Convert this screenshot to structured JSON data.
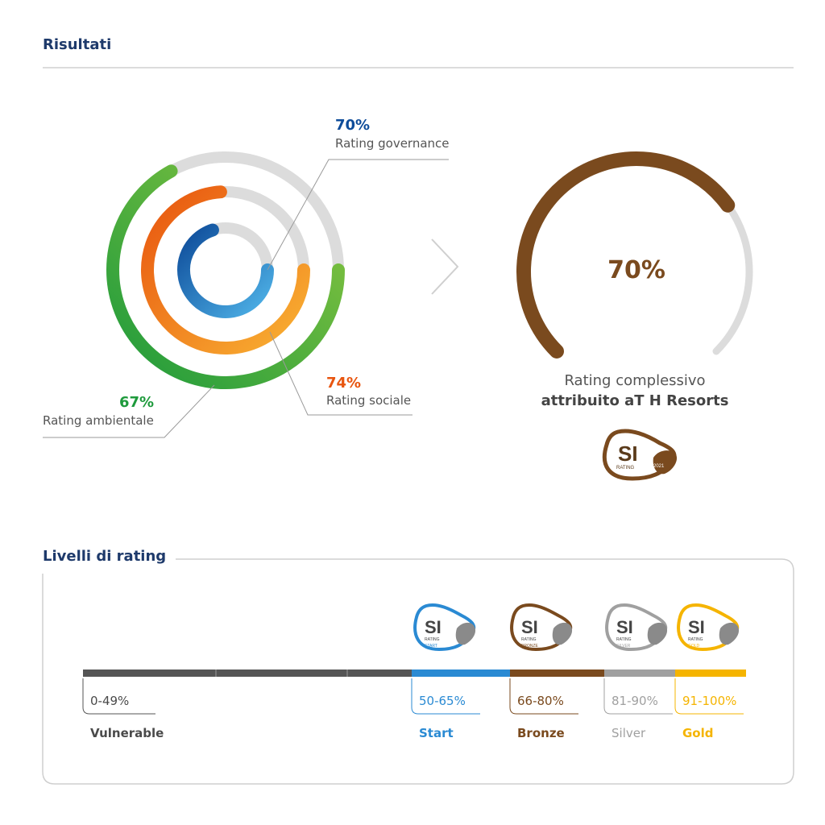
{
  "results_title": "Risultati",
  "levels_title": "Livelli di rating",
  "chart_data": {
    "type": "radial_bar",
    "series": [
      {
        "name": "Rating ambientale",
        "value": 67,
        "label": "67%",
        "colors": [
          "#1e9a3c",
          "#8cc63f"
        ]
      },
      {
        "name": "Rating sociale",
        "value": 74,
        "label": "74%",
        "colors": [
          "#e8550f",
          "#f9b233"
        ]
      },
      {
        "name": "Rating governance",
        "value": 70,
        "label": "70%",
        "colors": [
          "#0e4c9a",
          "#4fb3e8"
        ]
      }
    ],
    "overall": {
      "value": 70,
      "label": "70%",
      "color": "#7a4a1e",
      "caption_line1": "Rating complessivo",
      "caption_line2": "attribuito aT H Resorts"
    }
  },
  "labels": {
    "governance_pct": "70%",
    "governance_name": "Rating governance",
    "sociale_pct": "74%",
    "sociale_name": "Rating sociale",
    "ambientale_pct": "67%",
    "ambientale_name": "Rating ambientale"
  },
  "colors": {
    "ambientale": "#1e9a3c",
    "sociale": "#e8550f",
    "governance": "#0e4c9a",
    "track": "#dcdcdc"
  },
  "badge_main": {
    "text": "SI",
    "sub": "RATING",
    "year": "2021",
    "color": "#7a4a1e"
  },
  "levels": [
    {
      "range": "0-49%",
      "name": "Vulnerable",
      "color": "#4a4a4a"
    },
    {
      "range": "50-65%",
      "name": "Start",
      "color": "#2a8ad3",
      "badge_sub": "START"
    },
    {
      "range": "66-80%",
      "name": "Bronze",
      "color": "#7a4a1e",
      "badge_sub": "BRONZE"
    },
    {
      "range": "81-90%",
      "name": "Silver",
      "color": "#a0a0a0",
      "badge_sub": "SILVER"
    },
    {
      "range": "91-100%",
      "name": "Gold",
      "color": "#f5b400",
      "badge_sub": "GOLD"
    }
  ],
  "badge_levels_text": "SI",
  "badge_levels_sub": "RATING"
}
